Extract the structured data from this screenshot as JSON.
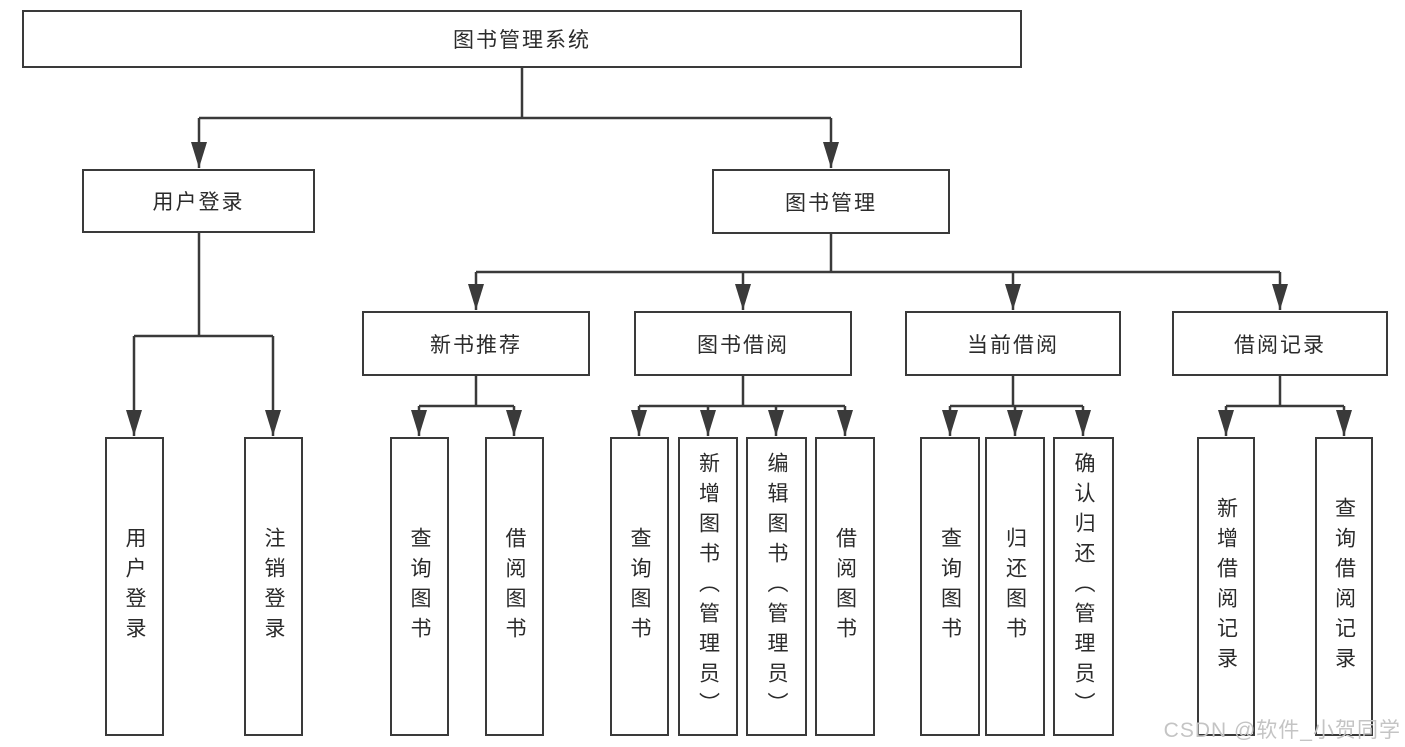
{
  "diagram": {
    "title": "图书管理系统",
    "colors": {
      "line": "#3a3a3a",
      "box_border": "#3a3a3a",
      "text": "#2b2b2b",
      "background": "#ffffff",
      "watermark": "#c4c4c4"
    },
    "level2": {
      "user_login": "用户登录",
      "book_management": "图书管理"
    },
    "level3": {
      "new_book_recommend": "新书推荐",
      "book_borrowing": "图书借阅",
      "current_borrowing": "当前借阅",
      "borrowing_records": "借阅记录"
    },
    "leaves": {
      "user_login": "用户登录",
      "logout": "注销登录",
      "recommend_query_books": "查询图书",
      "recommend_borrow_books": "借阅图书",
      "borrowing_query_books": "查询图书",
      "borrowing_add_books": "新增图书（管理员）",
      "borrowing_edit_books": "编辑图书（管理员）",
      "borrowing_borrow_books": "借阅图书",
      "current_query_books": "查询图书",
      "current_return_books": "归还图书",
      "current_confirm_return": "确认归还（管理员）",
      "records_add_record": "新增借阅记录",
      "records_query_record": "查询借阅记录"
    },
    "watermark": "CSDN @软件_小贺同学"
  }
}
